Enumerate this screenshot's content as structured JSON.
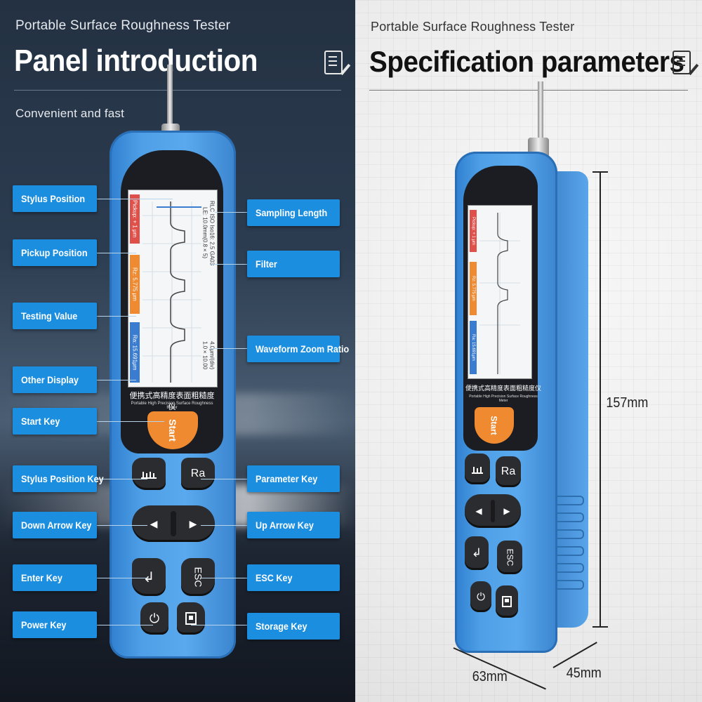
{
  "left_panel": {
    "subtitle": "Portable Surface Roughness Tester",
    "title": "Panel introduction",
    "tagline": "Convenient and fast",
    "title_icon": "document-edit-icon",
    "callouts_left": [
      {
        "label": "Stylus Position"
      },
      {
        "label": "Pickup Position"
      },
      {
        "label": "Testing Value"
      },
      {
        "label": "Other Display"
      },
      {
        "label": "Start Key"
      },
      {
        "label": "Stylus Position Key"
      },
      {
        "label": "Down Arrow Key"
      },
      {
        "label": "Enter Key"
      },
      {
        "label": "Power Key"
      }
    ],
    "callouts_right": [
      {
        "label": "Sampling Length"
      },
      {
        "label": "Filter"
      },
      {
        "label": "Waveform Zoom Ratio"
      },
      {
        "label": "Parameter Key"
      },
      {
        "label": "Up Arrow Key"
      },
      {
        "label": "ESC Key"
      },
      {
        "label": "Storage Key"
      }
    ]
  },
  "right_panel": {
    "subtitle": "Portable Surface Roughness Tester",
    "title": "Specification parameters",
    "title_icon": "document-edit-icon",
    "dimensions": {
      "height": "157mm",
      "width": "63mm",
      "depth": "45mm"
    }
  },
  "device": {
    "start_label": "Start",
    "parameter_key_label": "Ra",
    "esc_key_label": "ESC",
    "chinese_name": "便携式高精度表面粗糙度仪",
    "english_name": "Portable High Precision Surface Roughness Meter",
    "screen": {
      "tab_pickup": "Pickup: + 1 μm",
      "tab_rz": "Rz: 5.775 μm",
      "tab_ra": "Ra: 15.691μm",
      "line_sampling": "RLC  ISO  Iso16:  2.5  GA03",
      "line_filter": "LE: 10.0mm(0.8×5)",
      "line_zoom": "1.0×10.00",
      "line_zoom2": "4.0μm/(div)"
    }
  },
  "colors": {
    "callout_blue": "#1b8ee0",
    "device_blue": "#4e9fe6",
    "start_orange": "#f08a30",
    "key_dark": "#2b2c30"
  }
}
